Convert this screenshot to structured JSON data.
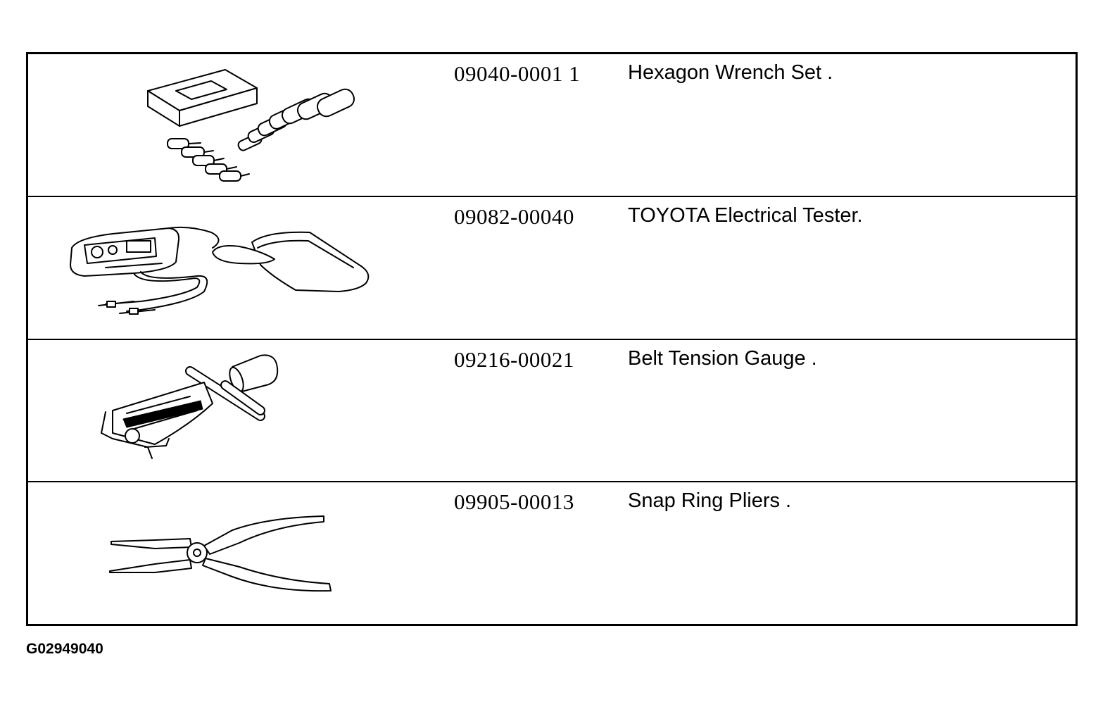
{
  "tools": [
    {
      "part_number": "09040-0001 1",
      "name": "Hexagon Wrench Set .",
      "icon": "hexagon-wrench-set-icon"
    },
    {
      "part_number": "09082-00040",
      "name": "TOYOTA Electrical Tester.",
      "icon": "electrical-tester-icon"
    },
    {
      "part_number": "09216-00021",
      "name": "Belt Tension Gauge .",
      "icon": "belt-tension-gauge-icon"
    },
    {
      "part_number": "09905-00013",
      "name": "Snap Ring Pliers .",
      "icon": "snap-ring-pliers-icon"
    }
  ],
  "figure_id": "G02949040"
}
